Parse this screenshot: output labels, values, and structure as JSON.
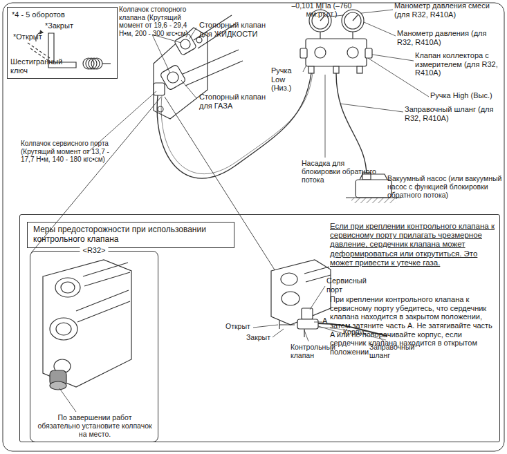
{
  "diagram": {
    "nodes": [
      {
        "text": [
          "*4 - 5 оборотов",
          "*Закрыт",
          "*Открыт",
          "Шестигранный ключ"
        ]
      },
      {
        "text": [
          "Если при креплении контрольного клапана к сервисному порту прилагать чрезмерное давление, сердечник клапана может деформироваться или открутиться. Это может привести к утечке газа.",
          "При креплении контрольного клапана к сервисному порту убедитесь, что сердечник клапана находится в закрытом положении, затем затяните часть A. Не затягивайте часть A или не поворачивайте корпус, если сердечник клапана находится в открытом положении."
        ]
      },
      {
        "text": [
          "Меры предосторожности при использовании контрольного клапана"
        ],
        "in": 1
      },
      {
        "text": [
          "<R32>",
          "По завершении работ обязательно установите колпачок на место."
        ],
        "in": 1
      }
    ],
    "labels": [
      "Колпачок стопорного клапана (Крутящий момент от 19,6 - 29,4 Н•м, 200 - 300 кгс•см)",
      "Стопорный клапан для ЖИДКОСТИ",
      "Стопорный клапан для ГАЗА",
      "–0,101 МПа (–760 мм.рт.ст.)",
      "Манометр давления смеси (для R32, R410A)",
      "Манометр давления (для R32, R410A)",
      "Клапан коллектора с измерителем (для R32, R410A)",
      "Ручка Low (Низ.)",
      "Ручка High (Выс.)",
      "Заправочный шланг (для R32, R410A)",
      "Колпачок сервисного порта (Крутящий момент от 13,7 - 17,7 Н•м, 140 - 180 кгс•см)",
      "Насадка для блокировки обратного потока",
      "Вакуумный насос (или вакуумный насос с функцией блокировки обратного потока)",
      "Сервисный порт",
      "A",
      "Открыт",
      "Закрыт",
      "Корпус",
      "Контрольный клапан",
      "Заправочный шланг"
    ]
  }
}
